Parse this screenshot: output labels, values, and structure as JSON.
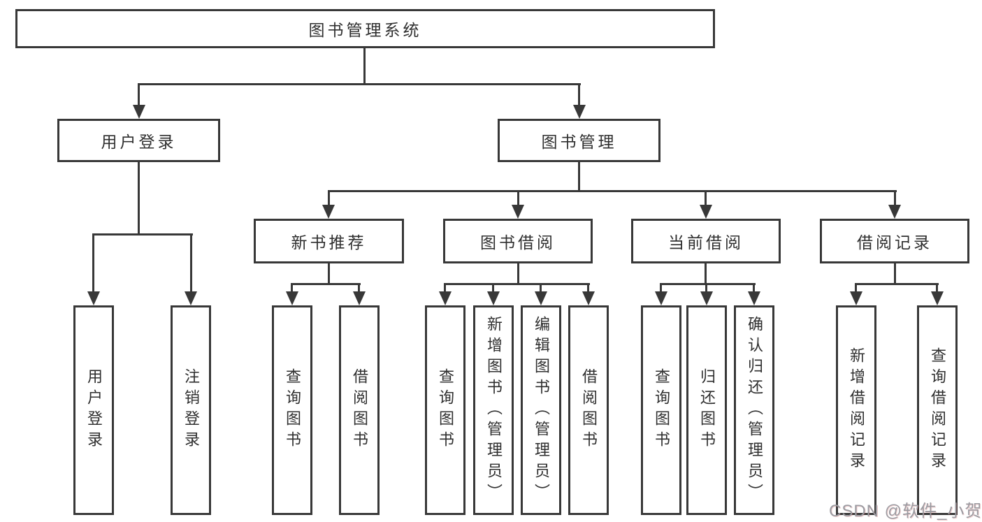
{
  "diagram": {
    "root": {
      "label": "图书管理系统"
    },
    "branches": [
      {
        "label": "用户登录",
        "children": [
          {
            "label": "用户登录"
          },
          {
            "label": "注销登录"
          }
        ]
      },
      {
        "label": "图书管理",
        "children": [
          {
            "label": "新书推荐",
            "children": [
              {
                "label": "查询图书"
              },
              {
                "label": "借阅图书"
              }
            ]
          },
          {
            "label": "图书借阅",
            "children": [
              {
                "label": "查询图书"
              },
              {
                "label": "新增图书（管理员）"
              },
              {
                "label": "编辑图书（管理员）"
              },
              {
                "label": "借阅图书"
              }
            ]
          },
          {
            "label": "当前借阅",
            "children": [
              {
                "label": "查询图书"
              },
              {
                "label": "归还图书"
              },
              {
                "label": "确认归还（管理员）"
              }
            ]
          },
          {
            "label": "借阅记录",
            "children": [
              {
                "label": "新增借阅记录"
              },
              {
                "label": "查询借阅记录"
              }
            ]
          }
        ]
      }
    ]
  },
  "watermark": {
    "text": "CSDN @软件_小贺同学"
  },
  "colors": {
    "line": "#383838",
    "node_border": "#383838",
    "text": "#2f2f2f",
    "watermark": "#9b9ba1",
    "background": "#ffffff"
  }
}
